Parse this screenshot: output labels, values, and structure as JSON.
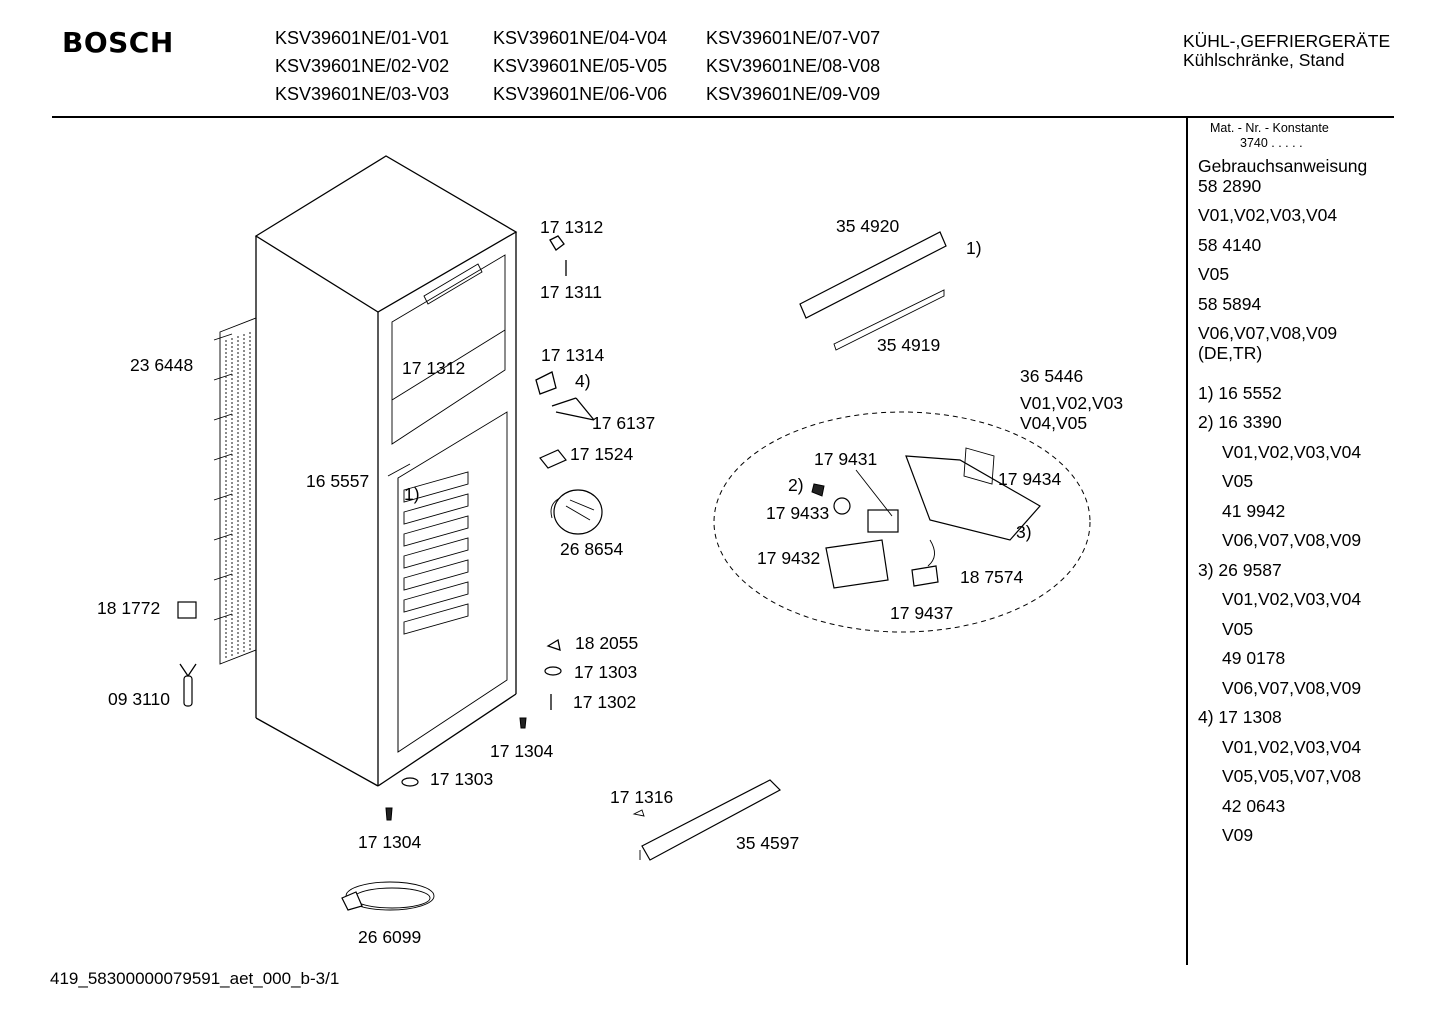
{
  "header": {
    "brand": "BOSCH",
    "models": [
      "KSV39601NE/01-V01",
      "KSV39601NE/02-V02",
      "KSV39601NE/03-V03",
      "KSV39601NE/04-V04",
      "KSV39601NE/05-V05",
      "KSV39601NE/06-V06",
      "KSV39601NE/07-V07",
      "KSV39601NE/08-V08",
      "KSV39601NE/09-V09"
    ],
    "category_line1": "KÜHL-,GEFRIERGERÄTE",
    "category_line2": "Kühlschränke, Stand"
  },
  "sidebar": {
    "mat_label": "Mat. - Nr. - Konstante",
    "mat_value": "3740 . . . . .",
    "rows": [
      "Gebrauchsanweisung",
      "58 2890",
      "V01,V02,V03,V04",
      "58 4140",
      "V05",
      "58 5894",
      "V06,V07,V08,V09",
      "(DE,TR)",
      "1)  16 5552",
      "2)  16 3390",
      "V01,V02,V03,V04",
      "V05",
      "41 9942",
      "V06,V07,V08,V09",
      "3)  26 9587",
      "V01,V02,V03,V04",
      "V05",
      "49 0178",
      "V06,V07,V08,V09",
      "4)  17 1308",
      "V01,V02,V03,V04",
      "V05,V05,V07,V08",
      "42 0643",
      "V09"
    ]
  },
  "labels": [
    "23 6448",
    "16 5557",
    "1)",
    "18 1772",
    "09 3110",
    "17 1312",
    "17 1311",
    "17 1312",
    "17 1314",
    "4)",
    "17 6137",
    "17 1524",
    "26 8654",
    "18 2055",
    "17 1303",
    "17 1302",
    "17 1304",
    "17 1303",
    "17 1304",
    "26 6099",
    "17 1316",
    "35 4597",
    "35 4920",
    "1)",
    "35 4919",
    "36 5446",
    "V01,V02,V03",
    "V04,V05",
    "17 9431",
    "17 9434",
    "2)",
    "17 9433",
    "3)",
    "17 9432",
    "18 7574",
    "17 9437"
  ],
  "footer": "419_58300000079591_aet_000_b-3/1"
}
